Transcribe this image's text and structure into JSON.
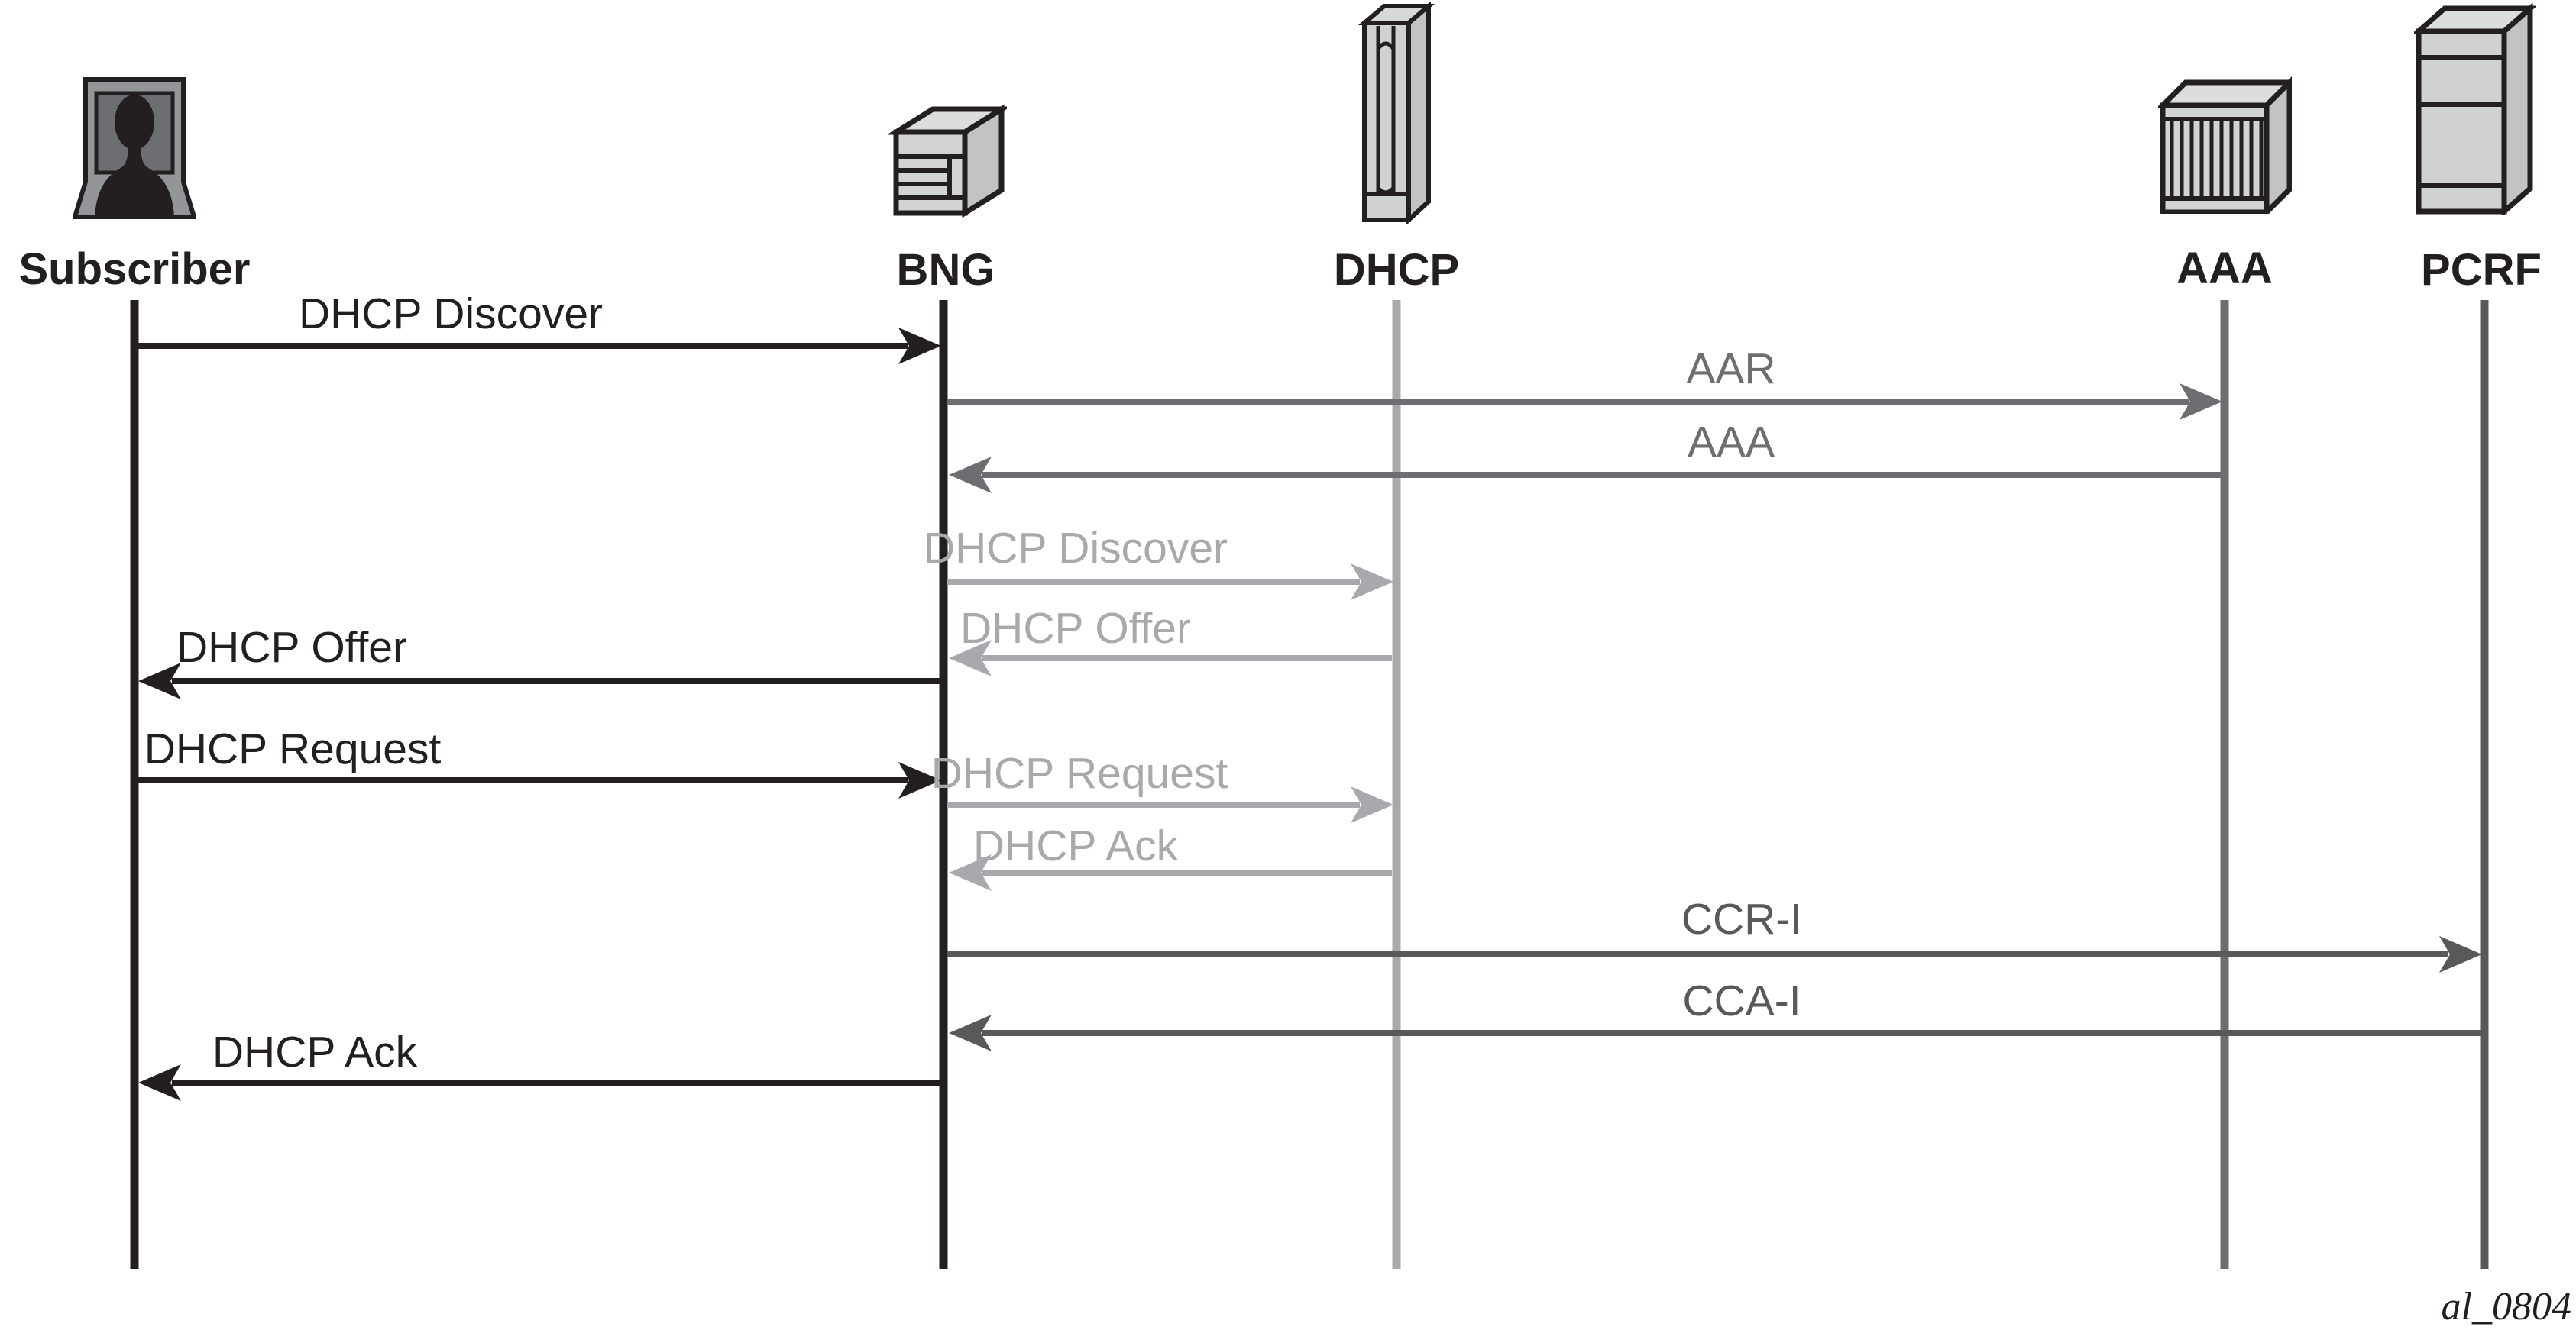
{
  "diagram": {
    "type": "sequence-diagram",
    "watermark": "al_0804",
    "actors": [
      {
        "id": "subscriber",
        "label": "Subscriber",
        "icon": "subscriber-terminal-icon"
      },
      {
        "id": "bng",
        "label": "BNG",
        "icon": "router-icon"
      },
      {
        "id": "dhcp",
        "label": "DHCP",
        "icon": "server-tower-icon"
      },
      {
        "id": "aaa",
        "label": "AAA",
        "icon": "chassis-icon"
      },
      {
        "id": "pcrf",
        "label": "PCRF",
        "icon": "server-icon"
      }
    ],
    "messages": [
      {
        "label": "DHCP Discover",
        "from": "Subscriber",
        "to": "BNG",
        "tone": "black"
      },
      {
        "label": "AAR",
        "from": "BNG",
        "to": "AAA",
        "tone": "dark-gray"
      },
      {
        "label": "AAA",
        "from": "AAA",
        "to": "BNG",
        "tone": "dark-gray"
      },
      {
        "label": "DHCP Discover",
        "from": "BNG",
        "to": "DHCP",
        "tone": "light-gray"
      },
      {
        "label": "DHCP Offer",
        "from": "DHCP",
        "to": "BNG",
        "tone": "light-gray"
      },
      {
        "label": "DHCP Offer",
        "from": "BNG",
        "to": "Subscriber",
        "tone": "black"
      },
      {
        "label": "DHCP Request",
        "from": "Subscriber",
        "to": "BNG",
        "tone": "black"
      },
      {
        "label": "DHCP Request",
        "from": "BNG",
        "to": "DHCP",
        "tone": "light-gray"
      },
      {
        "label": "DHCP Ack",
        "from": "DHCP",
        "to": "BNG",
        "tone": "light-gray"
      },
      {
        "label": "CCR-I",
        "from": "BNG",
        "to": "PCRF",
        "tone": "dark-gray"
      },
      {
        "label": "CCA-I",
        "from": "PCRF",
        "to": "BNG",
        "tone": "dark-gray"
      },
      {
        "label": "DHCP Ack",
        "from": "BNG",
        "to": "Subscriber",
        "tone": "black"
      }
    ],
    "colors": {
      "black": "#231f20",
      "dark_gray": "#6d6e71",
      "darker_gray": "#58595b",
      "light_gray": "#a7a9ac"
    }
  }
}
